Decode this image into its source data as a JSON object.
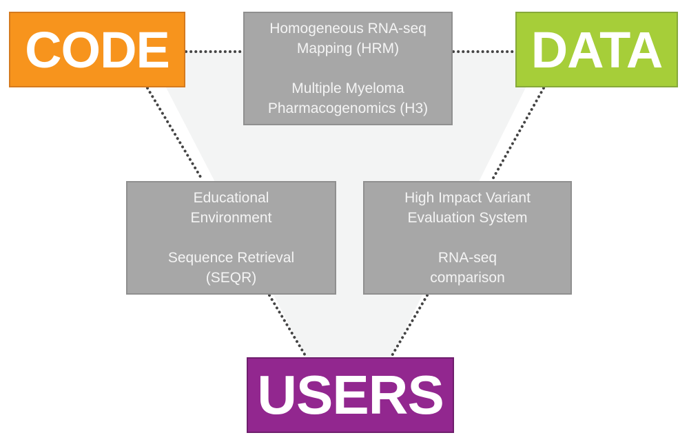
{
  "colors": {
    "code": "#F7941D",
    "code_border": "#D57A1E",
    "data": "#A6CE39",
    "data_border": "#86A93A",
    "users": "#92278F",
    "users_border": "#6E1E6C",
    "project_box": "#A7A7A7",
    "triangle_fill": "#F3F4F4",
    "connector": "#444444"
  },
  "corners": {
    "code": {
      "label": "CODE"
    },
    "data": {
      "label": "DATA"
    },
    "users": {
      "label": "USERS"
    }
  },
  "projects": {
    "top": {
      "edge": "code-data",
      "groups": [
        [
          "Homogeneous RNA-seq",
          "Mapping (HRM)"
        ],
        [
          "Multiple Myeloma",
          "Pharmacogenomics (H3)"
        ]
      ]
    },
    "left": {
      "edge": "code-users",
      "groups": [
        [
          "Educational",
          "Environment"
        ],
        [
          "Sequence Retrieval",
          "(SEQR)"
        ]
      ]
    },
    "right": {
      "edge": "data-users",
      "groups": [
        [
          "High Impact Variant",
          "Evaluation System"
        ],
        [
          "RNA-seq",
          "comparison"
        ]
      ]
    }
  }
}
